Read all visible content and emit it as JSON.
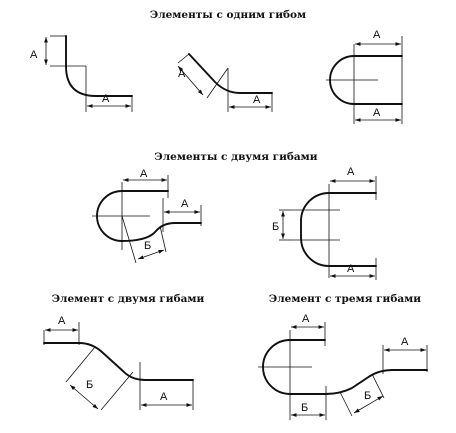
{
  "headings": {
    "single_bend": "Элементы с одним гибом",
    "two_bends": "Элементы с двумя гибами",
    "two_bends_single": "Элемент с двумя гибами",
    "three_bends": "Элемент с тремя гибами"
  },
  "dimension_labels": {
    "a": "А",
    "b": "Б"
  }
}
